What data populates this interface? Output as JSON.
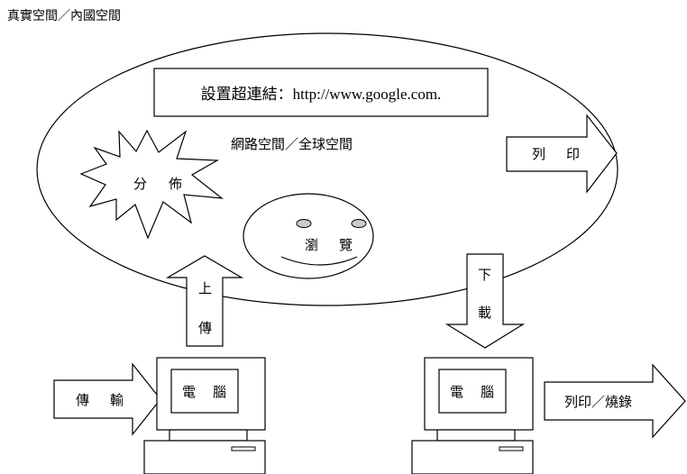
{
  "title": "真實空間／內國空間",
  "cyberspace_label": "網路空間／全球空間",
  "hyperlink_label": "設置超連結：http://www.google.com.",
  "distribute_label": [
    "分",
    "佈"
  ],
  "browse_label": [
    "瀏",
    "覽"
  ],
  "print_label": [
    "列",
    "印"
  ],
  "upload_label": [
    "上",
    "傳"
  ],
  "download_label": [
    "下",
    "載"
  ],
  "transfer_label": [
    "傳",
    "輸"
  ],
  "computer_left_label": [
    "電",
    "腦"
  ],
  "computer_right_label": [
    "電",
    "腦"
  ],
  "print_burn_label": "列印／燒錄"
}
